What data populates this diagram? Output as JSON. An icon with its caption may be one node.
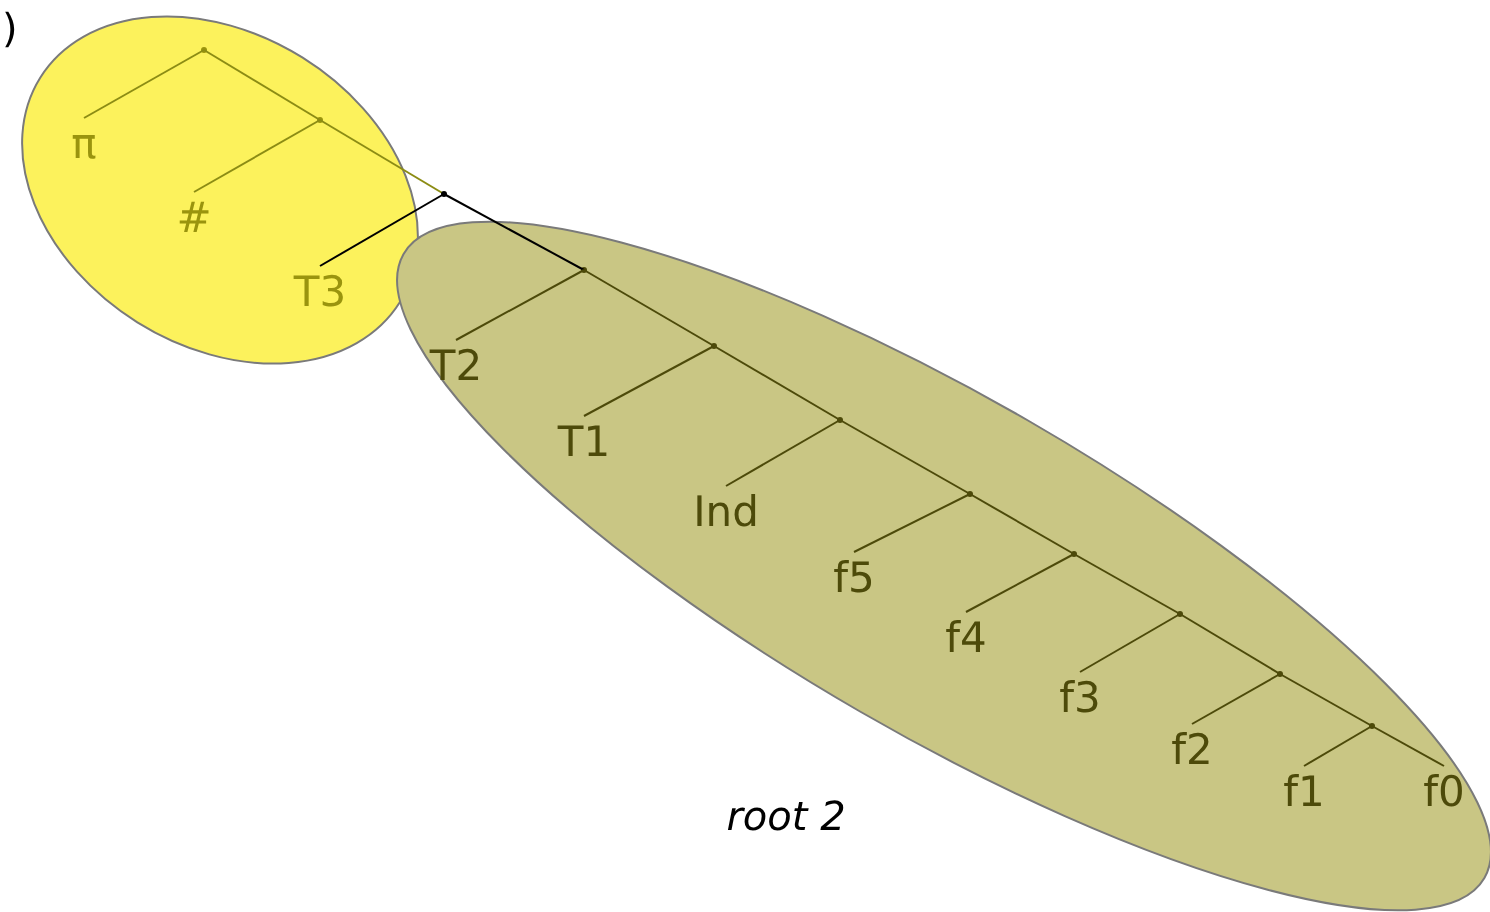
{
  "diagram": {
    "nodes": [
      {
        "text": [],
        "shape": "ellipse"
      },
      {
        "text": [],
        "shape": "point",
        "in": 0
      },
      {
        "text": [],
        "shape": "point",
        "in": 0
      },
      {
        "text": [
          "π"
        ],
        "in": 0
      },
      {
        "text": [
          "#"
        ],
        "in": 0
      },
      {
        "text": [
          "T3"
        ],
        "in": 0
      },
      {
        "text": [],
        "shape": "point"
      },
      {
        "text": [
          "root 2"
        ]
      },
      {
        "text": [],
        "shape": "point",
        "in": 7
      },
      {
        "text": [
          "T2"
        ],
        "in": 7
      },
      {
        "text": [],
        "shape": "point",
        "in": 7
      },
      {
        "text": [
          "T1"
        ],
        "in": 7
      },
      {
        "text": [],
        "shape": "point",
        "in": 7
      },
      {
        "text": [
          "Ind"
        ],
        "in": 7
      },
      {
        "text": [],
        "shape": "point",
        "in": 7
      },
      {
        "text": [
          "f5"
        ],
        "in": 7
      },
      {
        "text": [],
        "shape": "point",
        "in": 7
      },
      {
        "text": [
          "f4"
        ],
        "in": 7
      },
      {
        "text": [],
        "shape": "point",
        "in": 7
      },
      {
        "text": [
          "f3"
        ],
        "in": 7
      },
      {
        "text": [],
        "shape": "point",
        "in": 7
      },
      {
        "text": [
          "f2"
        ],
        "in": 7
      },
      {
        "text": [],
        "shape": "point",
        "in": 7
      },
      {
        "text": [
          "f1"
        ],
        "in": 7
      },
      {
        "text": [
          "f0"
        ],
        "in": 7
      }
    ],
    "edges": [
      {
        "from": 1,
        "to": 3,
        "arrow": "none",
        "color": "#8c8c14"
      },
      {
        "from": 1,
        "to": 2,
        "arrow": "none",
        "color": "#8c8c14"
      },
      {
        "from": 2,
        "to": 4,
        "arrow": "none",
        "color": "#8c8c14"
      },
      {
        "from": 2,
        "to": 6,
        "arrow": "none",
        "color": "#8c8c14"
      },
      {
        "from": 6,
        "to": 5,
        "arrow": "none",
        "color": "#000000"
      },
      {
        "from": 6,
        "to": 8,
        "arrow": "none",
        "color": "#000000"
      },
      {
        "from": 8,
        "to": 9,
        "arrow": "none"
      },
      {
        "from": 8,
        "to": 10,
        "arrow": "none"
      },
      {
        "from": 10,
        "to": 11,
        "arrow": "none"
      },
      {
        "from": 10,
        "to": 12,
        "arrow": "none"
      },
      {
        "from": 12,
        "to": 13,
        "arrow": "none"
      },
      {
        "from": 12,
        "to": 14,
        "arrow": "none"
      },
      {
        "from": 14,
        "to": 15,
        "arrow": "none"
      },
      {
        "from": 14,
        "to": 16,
        "arrow": "none"
      },
      {
        "from": 16,
        "to": 17,
        "arrow": "none"
      },
      {
        "from": 16,
        "to": 18,
        "arrow": "none"
      },
      {
        "from": 18,
        "to": 19,
        "arrow": "none"
      },
      {
        "from": 18,
        "to": 20,
        "arrow": "none"
      },
      {
        "from": 20,
        "to": 21,
        "arrow": "none"
      },
      {
        "from": 20,
        "to": 22,
        "arrow": "none"
      },
      {
        "from": 22,
        "to": 23,
        "arrow": "none"
      },
      {
        "from": 22,
        "to": 24,
        "arrow": "none"
      }
    ],
    "labels": [
      ")"
    ]
  }
}
